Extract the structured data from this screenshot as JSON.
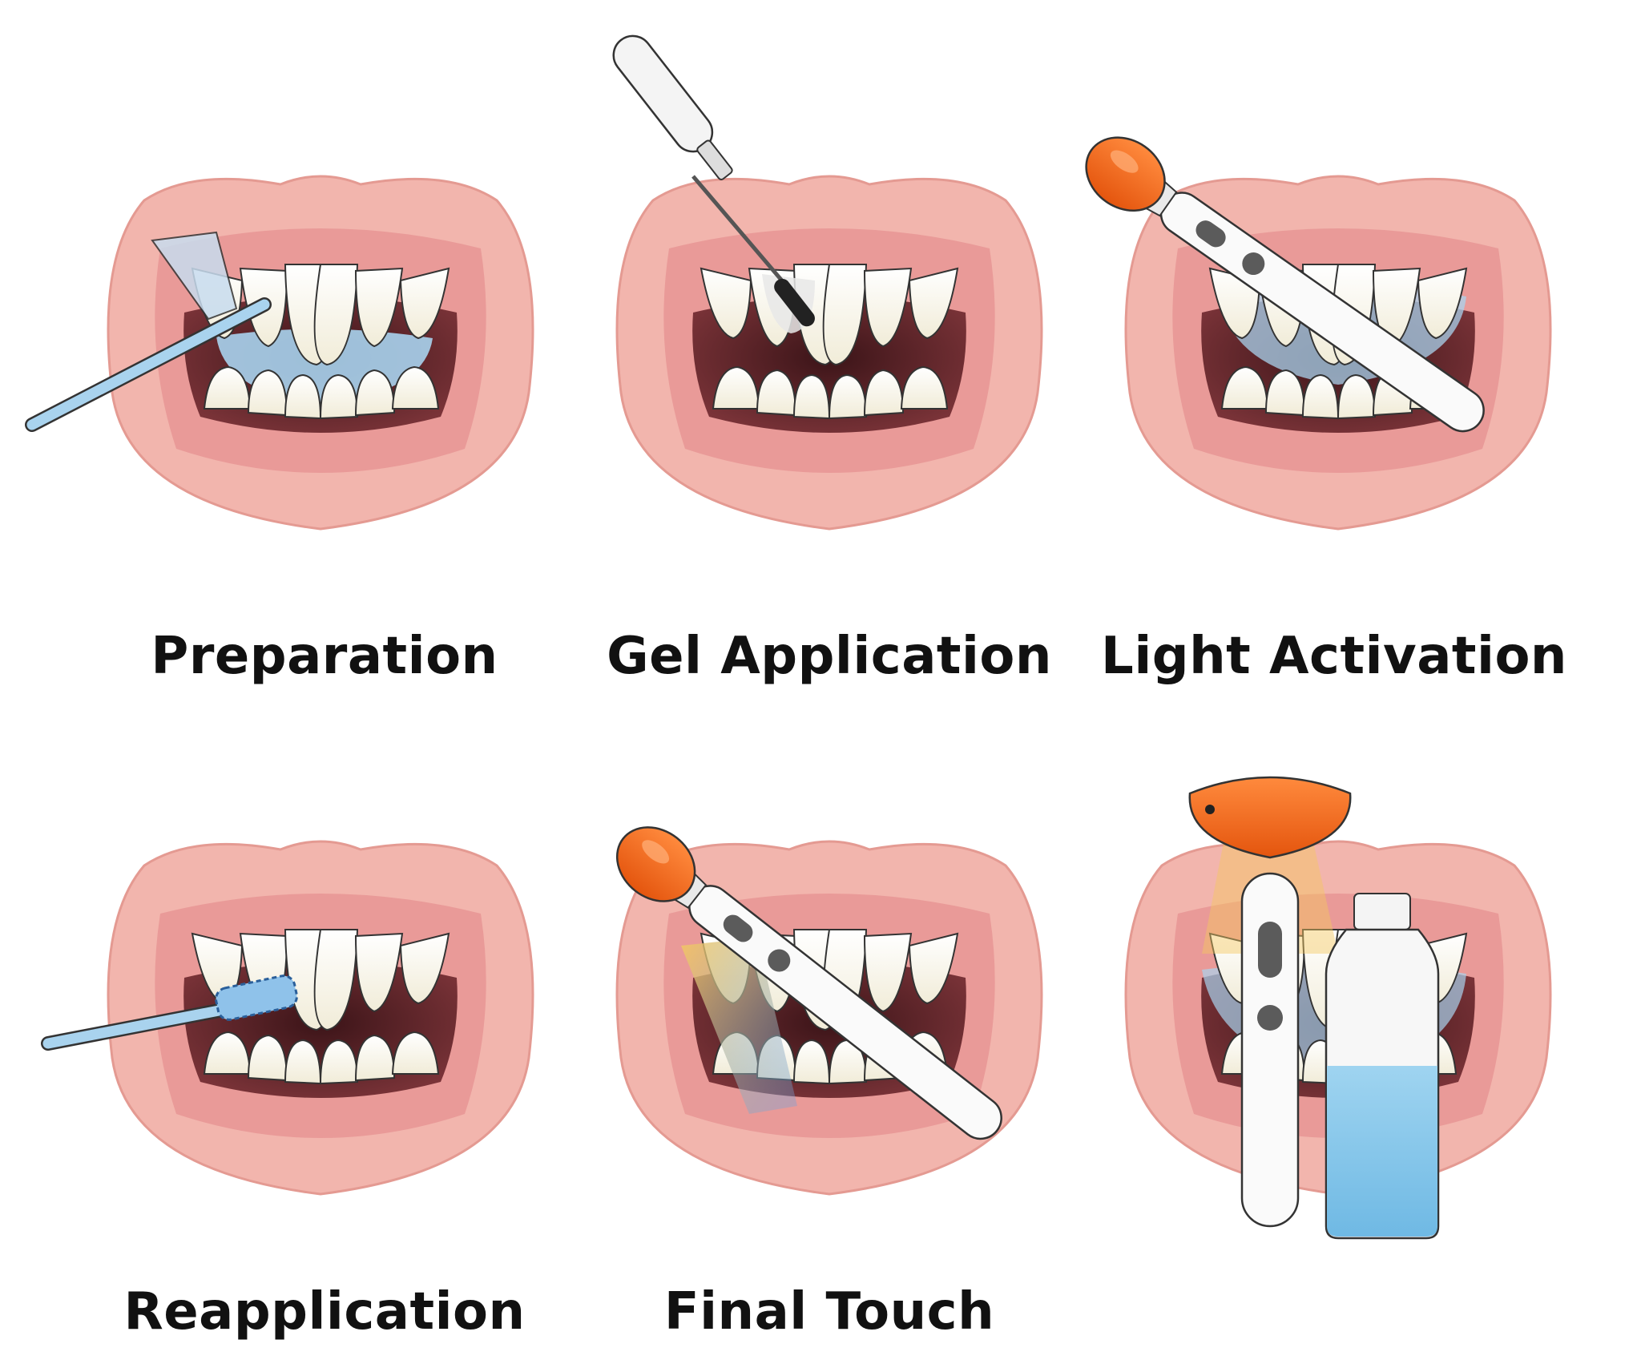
{
  "panels": [
    {
      "id": 1,
      "label": "Preparation"
    },
    {
      "id": 2,
      "label": "Gel Application"
    },
    {
      "id": 3,
      "label": "Light Activation"
    },
    {
      "id": 4,
      "label": "Reapplication"
    },
    {
      "id": 5,
      "label": "Final Touch"
    },
    {
      "id": 6,
      "label": ""
    }
  ],
  "colors": {
    "lips": "#f2b5ad",
    "gums": "#e99a98",
    "mouth_interior": "#5a2226",
    "teeth": "#fbf9f0",
    "gel_blue": "#a9d3ee",
    "lamp_orange": "#f06a1c",
    "device_white": "#fafafa",
    "caption": "#111111"
  },
  "icons": [
    "brush-icon",
    "applicator-icon",
    "curing-light-icon",
    "bottle-icon"
  ]
}
